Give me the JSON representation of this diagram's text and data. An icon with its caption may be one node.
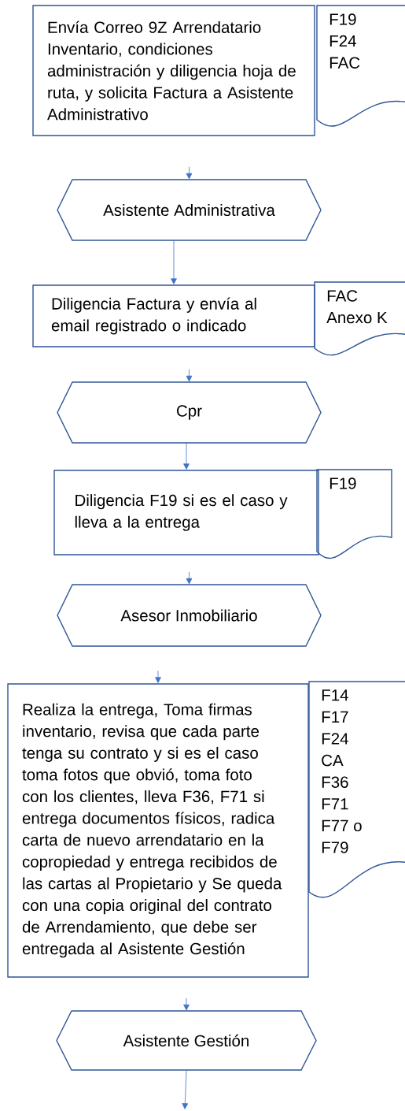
{
  "diagram": {
    "nodes": [
      {
        "text": [
          "Envía Correo 9Z Arrendatario Inventario, condiciones administración y diligencia hoja de ruta, y solicita Factura a Asistente Administrativo"
        ]
      },
      {
        "text": [
          "F19",
          "F24",
          "FAC"
        ]
      },
      {
        "text": [
          "Asistente Administrativa"
        ]
      },
      {
        "text": [
          "Diligencia Factura y envía al email registrado o indicado"
        ]
      },
      {
        "text": [
          "FAC",
          "Anexo K"
        ]
      },
      {
        "text": [
          "Cpr"
        ]
      },
      {
        "text": [
          "Diligencia F19 si es el caso y lleva a la entrega"
        ]
      },
      {
        "text": [
          "F19"
        ]
      },
      {
        "text": [
          "Asesor Inmobiliario"
        ]
      },
      {
        "text": [
          "Realiza la entrega, Toma firmas inventario, revisa que cada parte tenga su contrato y si es el caso toma fotos que obvió, toma foto con los clientes, lleva F36, F71 si entrega documentos físicos, radica carta de nuevo arrendatario en la copropiedad y entrega recibidos de las cartas al Propietario y Se queda con una copia original del contrato de Arrendamiento, que debe ser entregada al Asistente Gestión"
        ]
      },
      {
        "text": [
          "F14",
          "F17",
          "F24",
          "CA",
          "F36",
          "F71",
          "F77 o",
          "F79"
        ]
      },
      {
        "text": [
          "Asistente Gestión"
        ]
      }
    ],
    "edges": [
      {
        "from": null,
        "to": 2,
        "arrow": "to"
      },
      {
        "from": 2,
        "to": 3,
        "arrow": "to"
      },
      {
        "from": null,
        "to": 5,
        "arrow": "to"
      },
      {
        "from": 5,
        "to": 6,
        "arrow": "to"
      },
      {
        "from": null,
        "to": 8,
        "arrow": "to"
      },
      {
        "from": null,
        "to": 9,
        "arrow": "to"
      },
      {
        "from": null,
        "to": 11,
        "arrow": "to"
      },
      {
        "from": 11,
        "to": null,
        "arrow": "to"
      }
    ]
  }
}
